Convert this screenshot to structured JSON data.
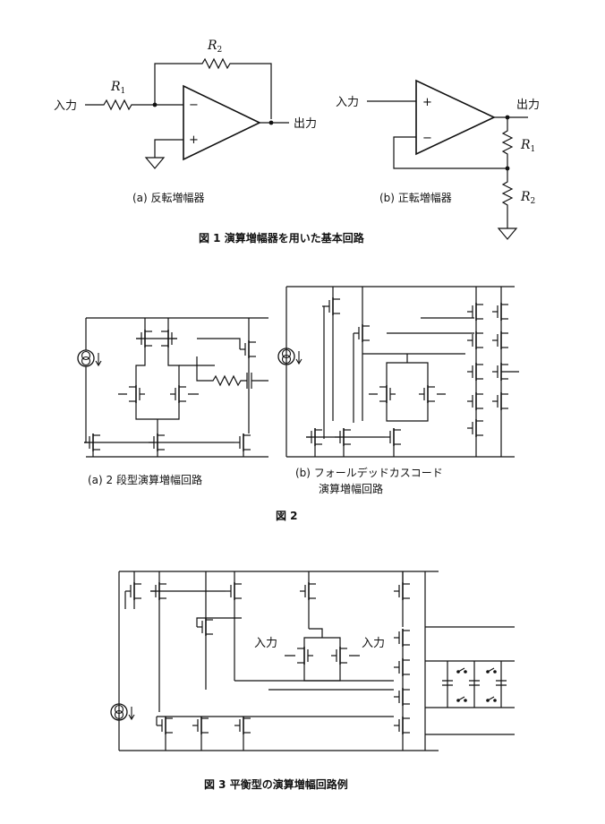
{
  "figure1": {
    "a": {
      "input": "入力",
      "output": "出力",
      "r1": "R",
      "r1_sub": "1",
      "r2": "R",
      "r2_sub": "2",
      "minus": "−",
      "plus": "+",
      "caption": "(a)  反転増幅器"
    },
    "b": {
      "input": "入力",
      "output": "出力",
      "r1": "R",
      "r1_sub": "1",
      "r2": "R",
      "r2_sub": "2",
      "minus": "−",
      "plus": "+",
      "caption": "(b)  正転増幅器"
    },
    "caption": "図 1    演算増幅器を用いた基本回路"
  },
  "figure2": {
    "a_caption": "(a)   2 段型演算増幅回路",
    "b_caption_line1": "(b)  フォールデッドカスコード",
    "b_caption_line2": "演算増幅回路",
    "caption": "図 2"
  },
  "figure3": {
    "input_left": "入力",
    "input_right": "入力",
    "caption": "図 3    平衡型の演算増幅回路例"
  }
}
